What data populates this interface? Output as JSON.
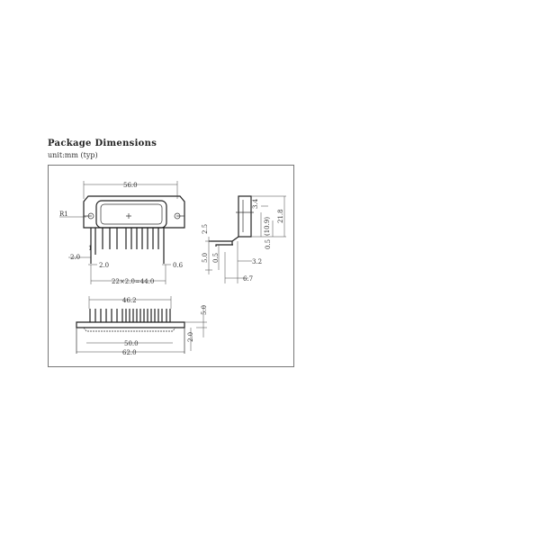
{
  "heading": "Package Dimensions",
  "unit_note": "unit:mm (typ)",
  "drawing": {
    "front_view": {
      "width_top": "56.0",
      "radius": "R1",
      "pin_offset": "2.0",
      "pin_pitch": "2.0",
      "pin_width": "0.6",
      "pin_span": "22×2.0=44.0",
      "pin1_label": "1"
    },
    "side_view": {
      "d_3_4": "3.4",
      "d_10_9": "(10.9)",
      "d_21_8": "21.8",
      "d_0_5_a": "0.5",
      "d_2_5": "2.5",
      "d_5_0": "5.0",
      "d_0_5_b": "0.5",
      "d_3_2": "3.2",
      "d_6_7": "6.7"
    },
    "bottom_view": {
      "pin_span": "46.2",
      "height": "5.0",
      "base": "2.0",
      "inner_width": "50.0",
      "overall_width": "62.0"
    }
  }
}
